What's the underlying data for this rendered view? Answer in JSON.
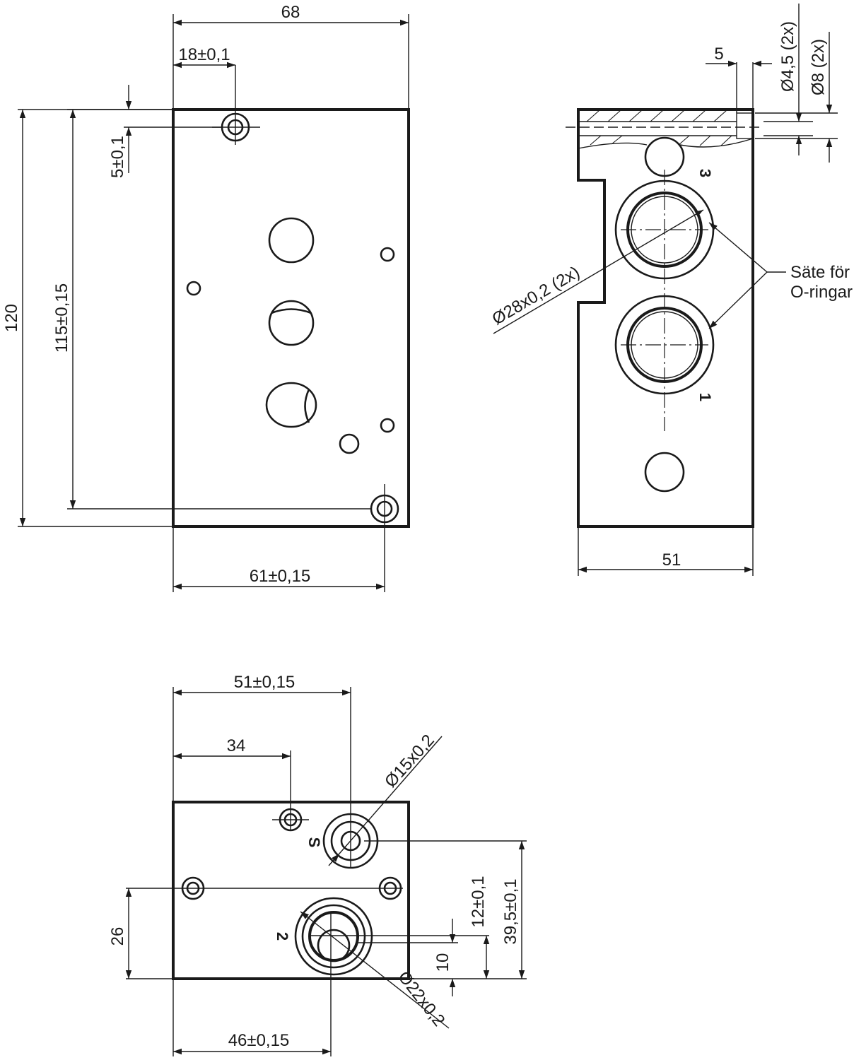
{
  "front_view": {
    "dim_width": "68",
    "dim_top_hole_x": "18±0,1",
    "dim_top_hole_y": "5±0,1",
    "dim_height": "120",
    "dim_hole_spacing_y": "115±0,15",
    "dim_hole_spacing_x": "61±0,15"
  },
  "side_view": {
    "dim_offset": "5",
    "dim_hole_small": "Ø4,5 (2x)",
    "dim_hole_large": "Ø8 (2x)",
    "dim_port_diameter": "Ø28x0,2 (2x)",
    "dim_width": "51",
    "port_label_top": "3",
    "port_label_bottom": "1",
    "note_line1": "Säte för",
    "note_line2": "O-ringar"
  },
  "bottom_view": {
    "dim_port_s_x": "51±0,15",
    "dim_hole_x": "34",
    "dim_port_s_diameter": "Ø15x0,2",
    "dim_hole_row_y": "26",
    "dim_port_2_y": "12±0,1",
    "dim_port_s_y": "39,5±0,1",
    "dim_port_2_offset": "10",
    "dim_port_2_diameter": "Ø22x0,2",
    "dim_port_2_x": "46±0,15",
    "port_label_s": "S",
    "port_label_2": "2"
  }
}
